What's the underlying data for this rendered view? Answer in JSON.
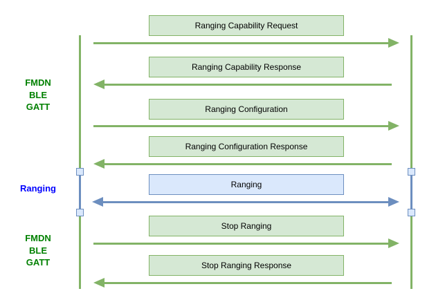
{
  "diagram": {
    "type": "sequence-diagram",
    "background": "#ffffff",
    "sections": [
      {
        "label_lines": [
          "FMDN",
          "BLE",
          "GATT"
        ],
        "color": "#008000"
      },
      {
        "label_lines": [
          "Ranging"
        ],
        "color": "#0000ff"
      },
      {
        "label_lines": [
          "FMDN",
          "BLE",
          "GATT"
        ],
        "color": "#008000"
      }
    ],
    "messages": [
      {
        "label": "Ranging Capability Request",
        "direction": "left-to-right",
        "theme": "green"
      },
      {
        "label": "Ranging Capability Response",
        "direction": "right-to-left",
        "theme": "green"
      },
      {
        "label": "Ranging Configuration",
        "direction": "left-to-right",
        "theme": "green"
      },
      {
        "label": "Ranging Configuration Response",
        "direction": "right-to-left",
        "theme": "green"
      },
      {
        "label": "Ranging",
        "direction": "bidirectional",
        "theme": "blue"
      },
      {
        "label": "Stop Ranging",
        "direction": "left-to-right",
        "theme": "green"
      },
      {
        "label": "Stop Ranging Response",
        "direction": "right-to-left",
        "theme": "green"
      }
    ],
    "colors": {
      "green_box_fill": "#d5e8d4",
      "green_box_border": "#82b366",
      "green_arrow": "#82b366",
      "blue_box_fill": "#dae8fc",
      "blue_box_border": "#6c8ebf",
      "blue_arrow": "#6c8ebf",
      "section_label_green": "#008000",
      "section_label_blue": "#0000ff"
    }
  }
}
